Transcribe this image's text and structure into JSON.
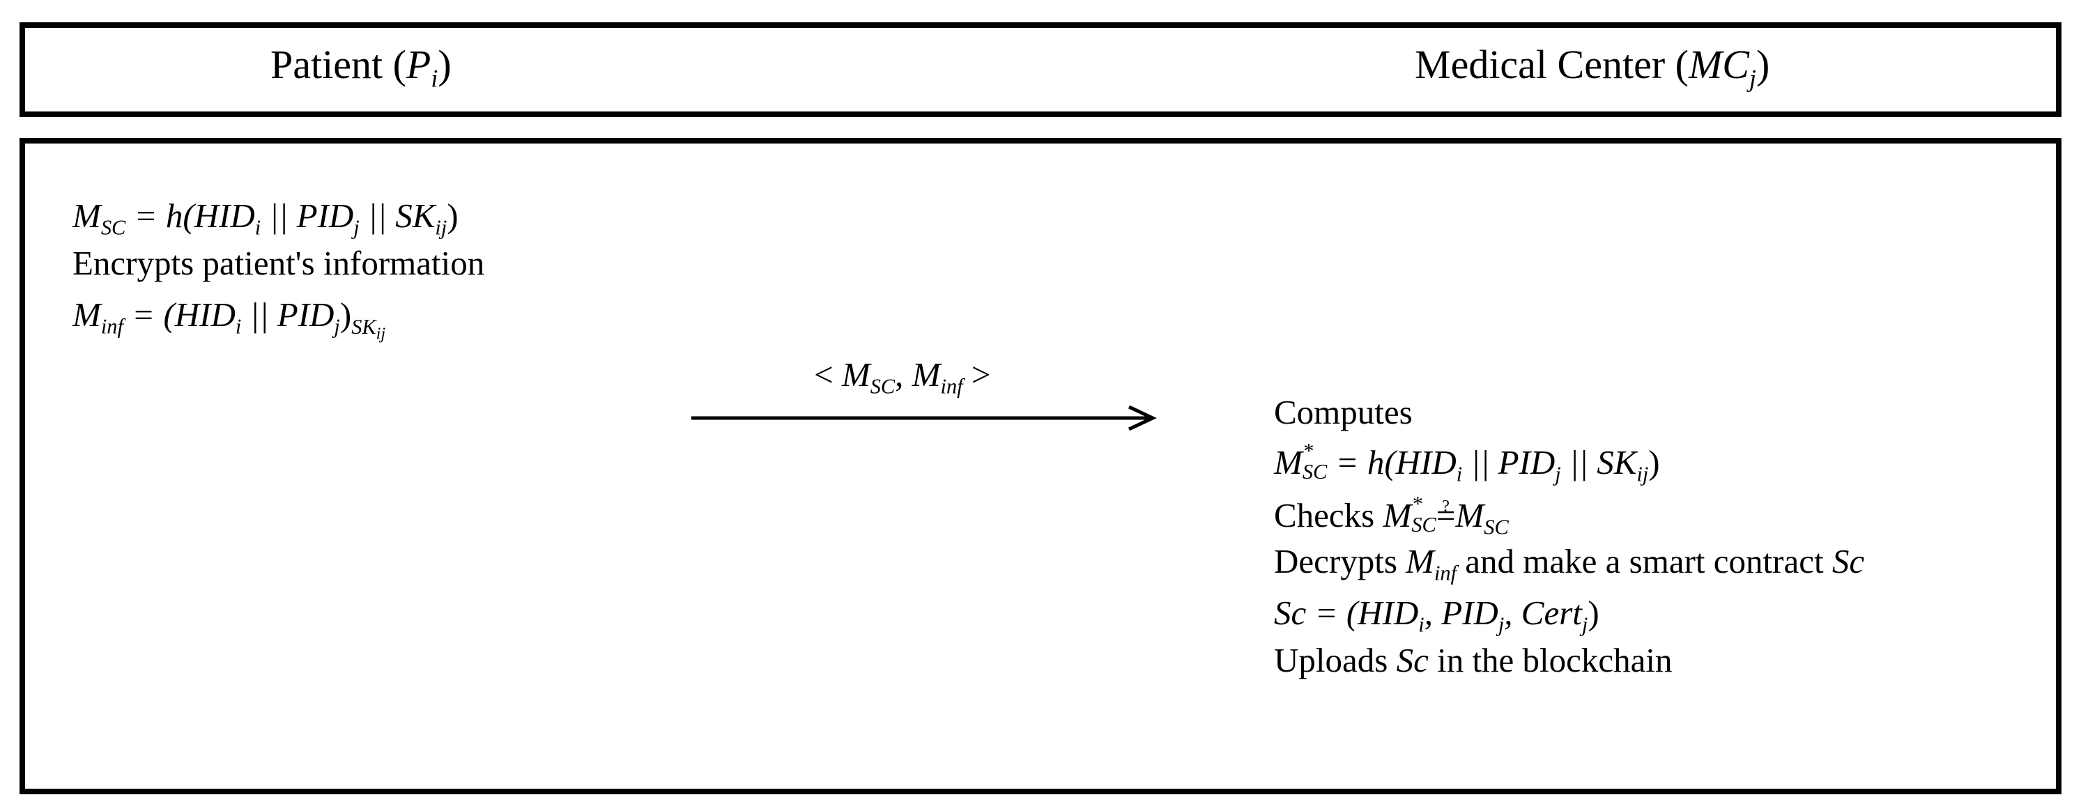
{
  "header": {
    "left": {
      "label": "Patient (",
      "sym": "P",
      "sub": "i",
      "close": ")"
    },
    "right": {
      "label": "Medical Center (",
      "sym": "MC",
      "sub": "j",
      "close": ")"
    }
  },
  "patient": {
    "line1": {
      "m": "M",
      "msub": "SC",
      "rest": " = h(HID",
      "s1": "i",
      "mid1": " || PID",
      "s2": "j",
      "mid2": " || SK",
      "s3": "ij",
      "close": ")"
    },
    "line2": "Encrypts patient's information",
    "line3": {
      "m": "M",
      "msub": "inf",
      "rest": " = (HID",
      "s1": "i",
      "mid1": " || PID",
      "s2": "j",
      "close": ")",
      "outsub": "SK",
      "outsub2": "ij"
    }
  },
  "message": {
    "open": "< ",
    "m1": "M",
    "m1sub": "SC",
    "comma": ", ",
    "m2": "M",
    "m2sub": "inf",
    "close": " >"
  },
  "center": {
    "line1": "Computes",
    "line2": {
      "m": "M",
      "sup": "*",
      "msub": "SC",
      "rest": " = h(HID",
      "s1": "i",
      "mid1": " || PID",
      "s2": "j",
      "mid2": " || SK",
      "s3": "ij",
      "close": ")"
    },
    "line3": {
      "label": "Checks ",
      "m": "M",
      "sup": "*",
      "msub": "SC",
      "q": "?",
      "eq": "=",
      "m2": "M",
      "m2sub": "SC"
    },
    "line4": {
      "label": "Decrypts ",
      "m": "M",
      "msub": "inf",
      "mid": " and make a smart contract ",
      "sc": "Sc"
    },
    "line5": {
      "sc": "Sc",
      "rest": " = (HID",
      "s1": "i",
      "c1": ", PID",
      "s2": "j",
      "c2": ", Cert",
      "s3": "j",
      "close": ")"
    },
    "line6": {
      "label": "Uploads ",
      "sc": "Sc",
      "rest": " in the blockchain"
    }
  }
}
